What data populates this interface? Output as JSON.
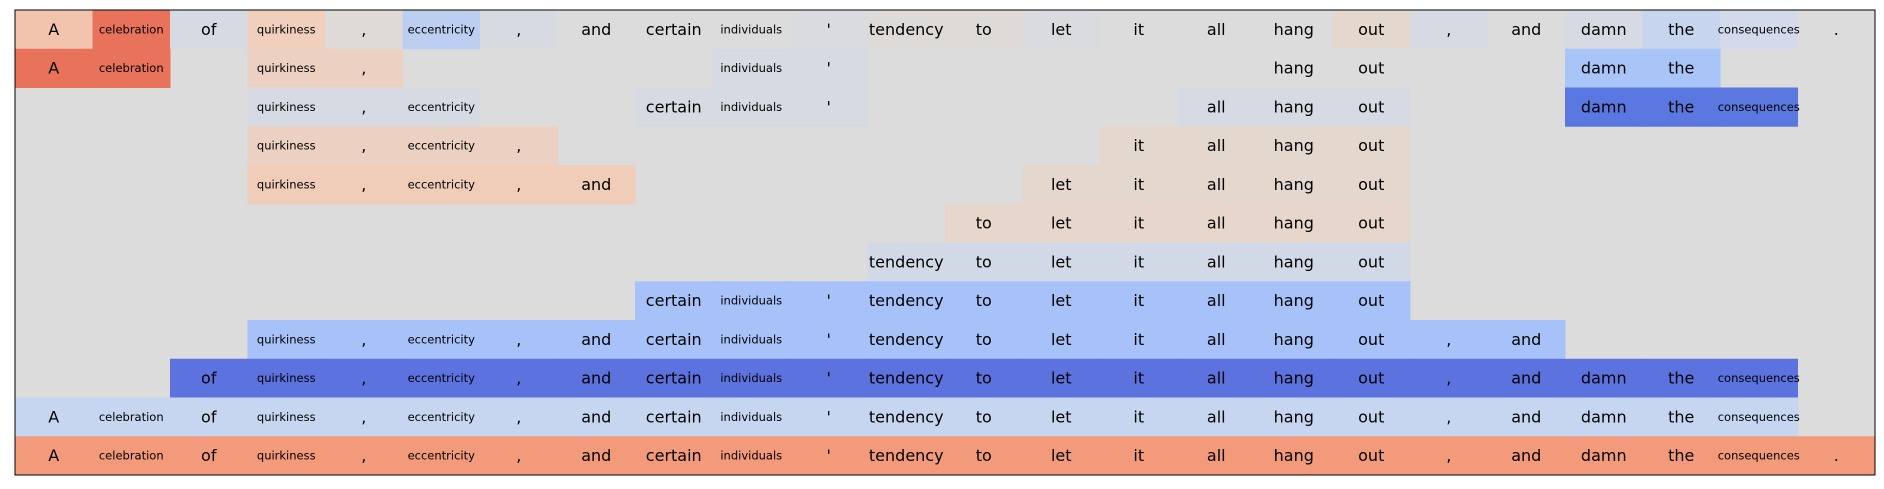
{
  "chart_data": {
    "type": "heatmap",
    "title": "",
    "xlabel": "",
    "ylabel": "",
    "grid": false,
    "legend": "none",
    "n_cols": 24,
    "n_rows": 12,
    "background_color": "#dcdcdc",
    "border_color": "#000000",
    "tokens": [
      "A",
      "celebration",
      "of",
      "quirkiness",
      ",",
      "eccentricity",
      ",",
      "and",
      "certain",
      "individuals",
      "'",
      "tendency",
      "to",
      "let",
      "it",
      "all",
      "hang",
      "out",
      ",",
      "and",
      "damn",
      "the",
      "consequences",
      "."
    ],
    "token_size_class": [
      "normal",
      "small",
      "normal",
      "small",
      "normal",
      "small",
      "normal",
      "normal",
      "normal",
      "small",
      "normal",
      "normal",
      "normal",
      "normal",
      "normal",
      "normal",
      "normal",
      "normal",
      "normal",
      "normal",
      "normal",
      "normal",
      "small",
      "normal"
    ],
    "rows": [
      {
        "cells": [
          {
            "col": 0,
            "color": "#f2c3ad"
          },
          {
            "col": 1,
            "color": "#e8735a"
          },
          {
            "col": 2,
            "color": "#d6dae3"
          },
          {
            "col": 3,
            "color": "#f0d0bd"
          },
          {
            "col": 4,
            "color": "#dedad7"
          },
          {
            "col": 5,
            "color": "#bccff0"
          },
          {
            "col": 6,
            "color": "#d7dbe1"
          },
          {
            "col": 7,
            "color": "#dcdcdc"
          },
          {
            "col": 8,
            "color": "#dcdcdc"
          },
          {
            "col": 9,
            "color": "#dcdcdc"
          },
          {
            "col": 10,
            "color": "#d9dbdf"
          },
          {
            "col": 11,
            "color": "#dedad7"
          },
          {
            "col": 12,
            "color": "#dedad7"
          },
          {
            "col": 13,
            "color": "#d9dbdf"
          },
          {
            "col": 14,
            "color": "#dcdcdc"
          },
          {
            "col": 15,
            "color": "#dcdcdc"
          },
          {
            "col": 16,
            "color": "#dcdcdc"
          },
          {
            "col": 17,
            "color": "#e4d7cd"
          },
          {
            "col": 18,
            "color": "#d6dae3"
          },
          {
            "col": 19,
            "color": "#dcdcdc"
          },
          {
            "col": 20,
            "color": "#d6dae3"
          },
          {
            "col": 21,
            "color": "#c7d5ee"
          },
          {
            "col": 22,
            "color": "#d2daeb"
          },
          {
            "col": 23,
            "color": "#dcdcdc"
          }
        ]
      },
      {
        "cells": [
          {
            "col": 0,
            "color": "#e8735a"
          },
          {
            "col": 1,
            "color": "#e8735a"
          },
          {
            "col": 3,
            "color": "#ecd1c3"
          },
          {
            "col": 4,
            "color": "#ecd1c3"
          },
          {
            "col": 9,
            "color": "#d6dae3"
          },
          {
            "col": 10,
            "color": "#d6dae3"
          },
          {
            "col": 16,
            "color": "#dcdcdc"
          },
          {
            "col": 17,
            "color": "#dcdcdc"
          },
          {
            "col": 20,
            "color": "#a9c5f8"
          },
          {
            "col": 21,
            "color": "#a9c5f8"
          }
        ]
      },
      {
        "cells": [
          {
            "col": 3,
            "color": "#d6dae3"
          },
          {
            "col": 4,
            "color": "#d6dae3"
          },
          {
            "col": 5,
            "color": "#d6dae3"
          },
          {
            "col": 8,
            "color": "#d6dae3"
          },
          {
            "col": 9,
            "color": "#d6dae3"
          },
          {
            "col": 10,
            "color": "#d6dae3"
          },
          {
            "col": 15,
            "color": "#d6dae3"
          },
          {
            "col": 16,
            "color": "#d6dae3"
          },
          {
            "col": 17,
            "color": "#d6dae3"
          },
          {
            "col": 20,
            "color": "#5b78e0"
          },
          {
            "col": 21,
            "color": "#5b78e0"
          },
          {
            "col": 22,
            "color": "#5b78e0"
          }
        ]
      },
      {
        "cells": [
          {
            "col": 3,
            "color": "#ecd1c3"
          },
          {
            "col": 4,
            "color": "#ecd1c3"
          },
          {
            "col": 5,
            "color": "#ecd1c3"
          },
          {
            "col": 6,
            "color": "#ecd1c3"
          },
          {
            "col": 14,
            "color": "#e4d7cd"
          },
          {
            "col": 15,
            "color": "#e4d7cd"
          },
          {
            "col": 16,
            "color": "#e4d7cd"
          },
          {
            "col": 17,
            "color": "#e4d7cd"
          }
        ]
      },
      {
        "cells": [
          {
            "col": 3,
            "color": "#f0cdb8"
          },
          {
            "col": 4,
            "color": "#f0cdb8"
          },
          {
            "col": 5,
            "color": "#f0cdb8"
          },
          {
            "col": 6,
            "color": "#f0cdb8"
          },
          {
            "col": 7,
            "color": "#f0cdb8"
          },
          {
            "col": 13,
            "color": "#e4d7cd"
          },
          {
            "col": 14,
            "color": "#e4d7cd"
          },
          {
            "col": 15,
            "color": "#e4d7cd"
          },
          {
            "col": 16,
            "color": "#e4d7cd"
          },
          {
            "col": 17,
            "color": "#e4d7cd"
          }
        ]
      },
      {
        "cells": [
          {
            "col": 12,
            "color": "#e6d6cb"
          },
          {
            "col": 13,
            "color": "#e6d6cb"
          },
          {
            "col": 14,
            "color": "#e6d6cb"
          },
          {
            "col": 15,
            "color": "#e6d6cb"
          },
          {
            "col": 16,
            "color": "#e6d6cb"
          },
          {
            "col": 17,
            "color": "#e6d6cb"
          }
        ]
      },
      {
        "cells": [
          {
            "col": 11,
            "color": "#d2d9e6"
          },
          {
            "col": 12,
            "color": "#d2d9e6"
          },
          {
            "col": 13,
            "color": "#d2d9e6"
          },
          {
            "col": 14,
            "color": "#d2d9e6"
          },
          {
            "col": 15,
            "color": "#d2d9e6"
          },
          {
            "col": 16,
            "color": "#d2d9e6"
          },
          {
            "col": 17,
            "color": "#d2d9e6"
          }
        ]
      },
      {
        "cells": [
          {
            "col": 8,
            "color": "#a6c2f8"
          },
          {
            "col": 9,
            "color": "#a6c2f8"
          },
          {
            "col": 10,
            "color": "#a6c2f8"
          },
          {
            "col": 11,
            "color": "#a6c2f8"
          },
          {
            "col": 12,
            "color": "#a6c2f8"
          },
          {
            "col": 13,
            "color": "#a6c2f8"
          },
          {
            "col": 14,
            "color": "#a6c2f8"
          },
          {
            "col": 15,
            "color": "#a6c2f8"
          },
          {
            "col": 16,
            "color": "#a6c2f8"
          },
          {
            "col": 17,
            "color": "#a6c2f8"
          }
        ]
      },
      {
        "cells": [
          {
            "col": 3,
            "color": "#a6c2f8"
          },
          {
            "col": 4,
            "color": "#a6c2f8"
          },
          {
            "col": 5,
            "color": "#a6c2f8"
          },
          {
            "col": 6,
            "color": "#a6c2f8"
          },
          {
            "col": 7,
            "color": "#a6c2f8"
          },
          {
            "col": 8,
            "color": "#a6c2f8"
          },
          {
            "col": 9,
            "color": "#a6c2f8"
          },
          {
            "col": 10,
            "color": "#a6c2f8"
          },
          {
            "col": 11,
            "color": "#a6c2f8"
          },
          {
            "col": 12,
            "color": "#a6c2f8"
          },
          {
            "col": 13,
            "color": "#a6c2f8"
          },
          {
            "col": 14,
            "color": "#a6c2f8"
          },
          {
            "col": 15,
            "color": "#a6c2f8"
          },
          {
            "col": 16,
            "color": "#a6c2f8"
          },
          {
            "col": 17,
            "color": "#a6c2f8"
          },
          {
            "col": 18,
            "color": "#a6c2f8"
          },
          {
            "col": 19,
            "color": "#a6c2f8"
          }
        ]
      },
      {
        "cells": [
          {
            "col": 2,
            "color": "#5b72df"
          },
          {
            "col": 3,
            "color": "#5b72df"
          },
          {
            "col": 4,
            "color": "#5b72df"
          },
          {
            "col": 5,
            "color": "#5b72df"
          },
          {
            "col": 6,
            "color": "#5b72df"
          },
          {
            "col": 7,
            "color": "#5b72df"
          },
          {
            "col": 8,
            "color": "#5b72df"
          },
          {
            "col": 9,
            "color": "#5b72df"
          },
          {
            "col": 10,
            "color": "#5b72df"
          },
          {
            "col": 11,
            "color": "#5b72df"
          },
          {
            "col": 12,
            "color": "#5b72df"
          },
          {
            "col": 13,
            "color": "#5b72df"
          },
          {
            "col": 14,
            "color": "#5b72df"
          },
          {
            "col": 15,
            "color": "#5b72df"
          },
          {
            "col": 16,
            "color": "#5b72df"
          },
          {
            "col": 17,
            "color": "#5b72df"
          },
          {
            "col": 18,
            "color": "#5b72df"
          },
          {
            "col": 19,
            "color": "#5b72df"
          },
          {
            "col": 20,
            "color": "#5b72df"
          },
          {
            "col": 21,
            "color": "#5b72df"
          },
          {
            "col": 22,
            "color": "#5b72df"
          }
        ]
      },
      {
        "cells": [
          {
            "col": 0,
            "color": "#c6d6f0"
          },
          {
            "col": 1,
            "color": "#c6d6f0"
          },
          {
            "col": 2,
            "color": "#c6d6f0"
          },
          {
            "col": 3,
            "color": "#c6d6f0"
          },
          {
            "col": 4,
            "color": "#c6d6f0"
          },
          {
            "col": 5,
            "color": "#c6d6f0"
          },
          {
            "col": 6,
            "color": "#c6d6f0"
          },
          {
            "col": 7,
            "color": "#c6d6f0"
          },
          {
            "col": 8,
            "color": "#c6d6f0"
          },
          {
            "col": 9,
            "color": "#c6d6f0"
          },
          {
            "col": 10,
            "color": "#c6d6f0"
          },
          {
            "col": 11,
            "color": "#c6d6f0"
          },
          {
            "col": 12,
            "color": "#c6d6f0"
          },
          {
            "col": 13,
            "color": "#c6d6f0"
          },
          {
            "col": 14,
            "color": "#c6d6f0"
          },
          {
            "col": 15,
            "color": "#c6d6f0"
          },
          {
            "col": 16,
            "color": "#c6d6f0"
          },
          {
            "col": 17,
            "color": "#c6d6f0"
          },
          {
            "col": 18,
            "color": "#c6d6f0"
          },
          {
            "col": 19,
            "color": "#c6d6f0"
          },
          {
            "col": 20,
            "color": "#c6d6f0"
          },
          {
            "col": 21,
            "color": "#c6d6f0"
          },
          {
            "col": 22,
            "color": "#c6d6f0"
          }
        ]
      },
      {
        "cells": [
          {
            "col": 0,
            "color": "#f39a7b"
          },
          {
            "col": 1,
            "color": "#f39a7b"
          },
          {
            "col": 2,
            "color": "#f39a7b"
          },
          {
            "col": 3,
            "color": "#f39a7b"
          },
          {
            "col": 4,
            "color": "#f39a7b"
          },
          {
            "col": 5,
            "color": "#f39a7b"
          },
          {
            "col": 6,
            "color": "#f39a7b"
          },
          {
            "col": 7,
            "color": "#f39a7b"
          },
          {
            "col": 8,
            "color": "#f39a7b"
          },
          {
            "col": 9,
            "color": "#f39a7b"
          },
          {
            "col": 10,
            "color": "#f39a7b"
          },
          {
            "col": 11,
            "color": "#f39a7b"
          },
          {
            "col": 12,
            "color": "#f39a7b"
          },
          {
            "col": 13,
            "color": "#f39a7b"
          },
          {
            "col": 14,
            "color": "#f39a7b"
          },
          {
            "col": 15,
            "color": "#f39a7b"
          },
          {
            "col": 16,
            "color": "#f39a7b"
          },
          {
            "col": 17,
            "color": "#f39a7b"
          },
          {
            "col": 18,
            "color": "#f39a7b"
          },
          {
            "col": 19,
            "color": "#f39a7b"
          },
          {
            "col": 20,
            "color": "#f39a7b"
          },
          {
            "col": 21,
            "color": "#f39a7b"
          },
          {
            "col": 22,
            "color": "#f39a7b"
          },
          {
            "col": 23,
            "color": "#f39a7b"
          }
        ]
      }
    ]
  }
}
